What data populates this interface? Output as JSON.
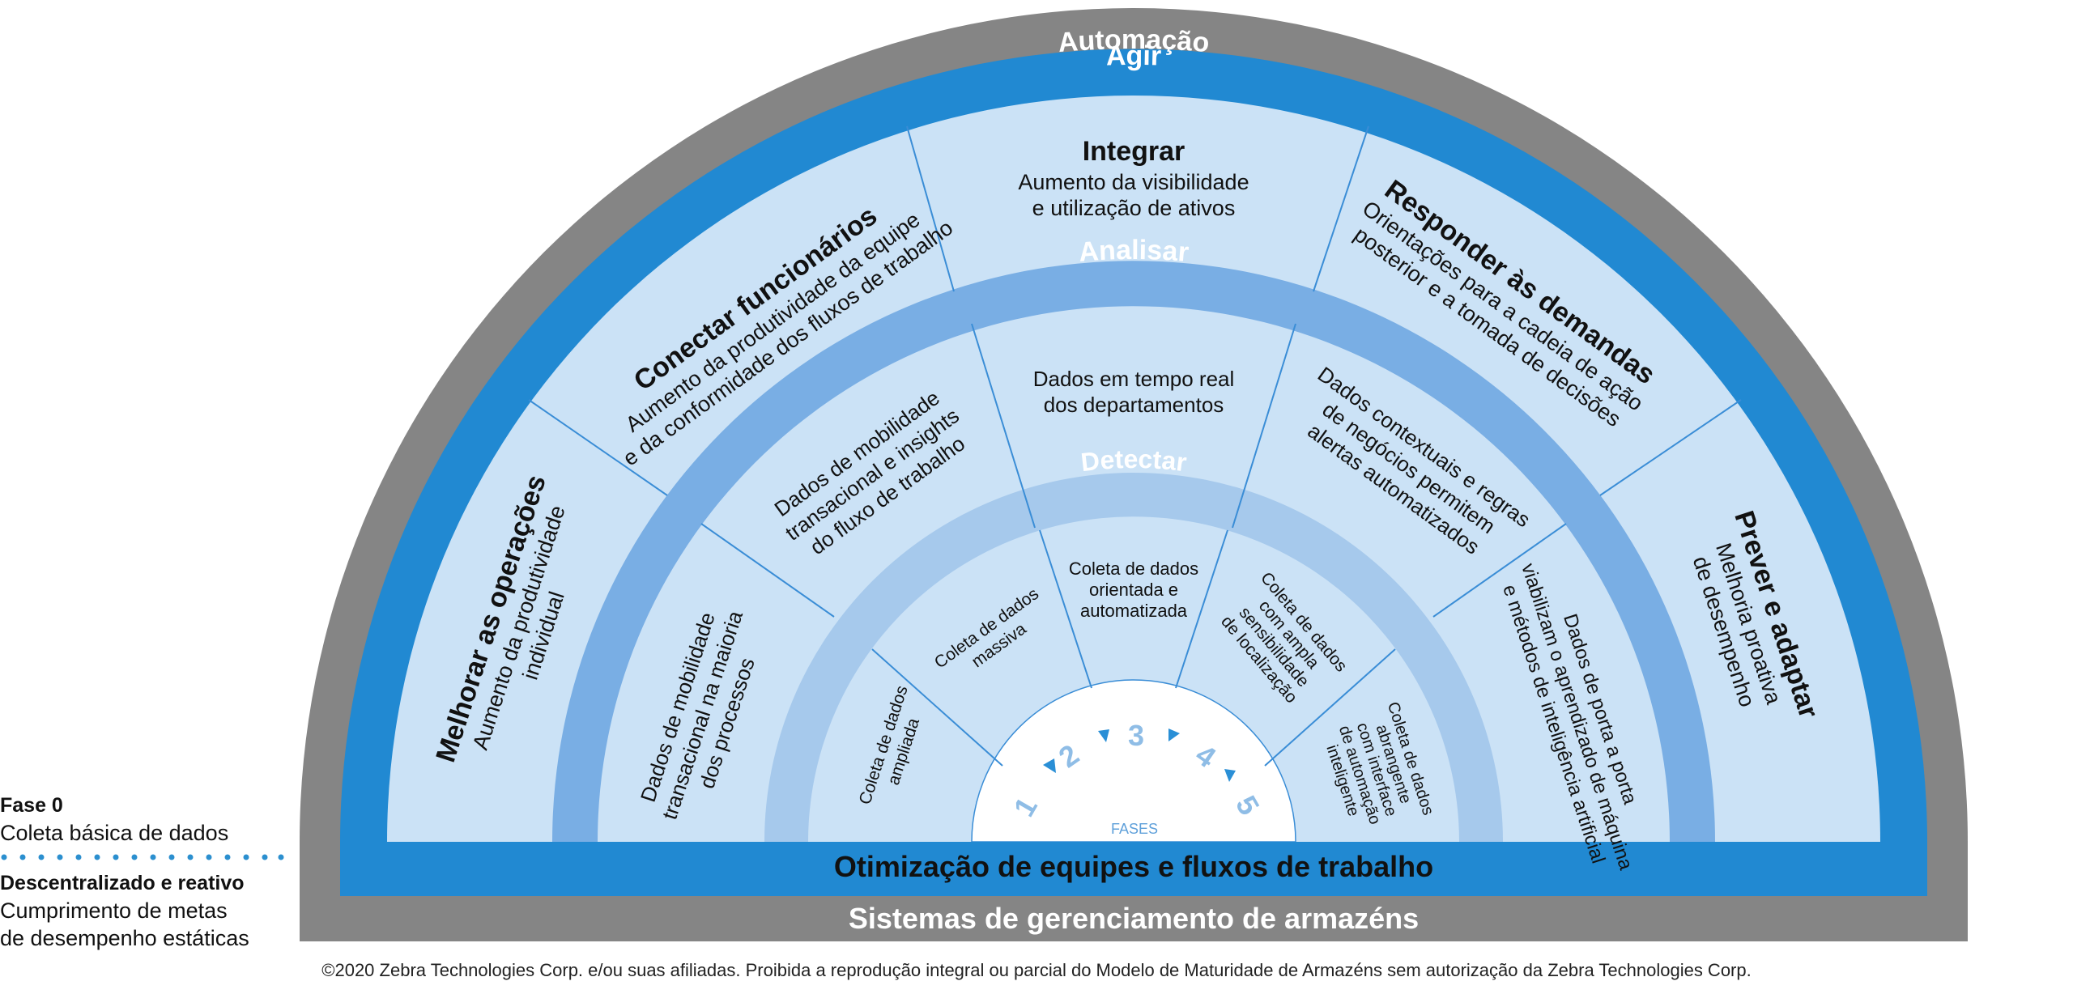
{
  "outer_ring": "Automação",
  "bottom_bar": "Sistemas de gerenciamento de armazéns",
  "blue_bar": "Otimização de equipes e fluxos de trabalho",
  "ring_labels": {
    "agir": "Agir",
    "analisar": "Analisar",
    "detectar": "Detectar"
  },
  "agir": {
    "s1": {
      "title": "Melhorar as operações",
      "lines": [
        "Aumento da produtividade",
        "individual"
      ]
    },
    "s2": {
      "title": "Conectar funcionários",
      "lines": [
        "Aumento da produtividade da equipe",
        "e da conformidade dos fluxos de trabalho"
      ]
    },
    "s3": {
      "title": "Integrar",
      "lines": [
        "Aumento da visibilidade",
        "e utilização de ativos"
      ]
    },
    "s4": {
      "title": "Responder às demandas",
      "lines": [
        "Orientações para a cadeia de ação",
        "posterior e a tomada de decisões"
      ]
    },
    "s5": {
      "title": "Prever e adaptar",
      "lines": [
        "Melhoria proativa",
        "de desempenho"
      ]
    }
  },
  "analisar": {
    "s1": [
      "Dados de mobilidade",
      "transacional na maioria",
      "dos processos"
    ],
    "s2": [
      "Dados de mobilidade",
      "transacional e insights",
      "do fluxo de trabalho"
    ],
    "s3": [
      "Dados em tempo real",
      "dos departamentos"
    ],
    "s4": [
      "Dados contextuais e regras",
      "de negócios permitem",
      "alertas automatizados"
    ],
    "s5": [
      "Dados de porta a porta",
      "viabilizam o aprendizado de máquina",
      "e métodos de inteligência artificial"
    ]
  },
  "detectar": {
    "s1": [
      "Coleta de dados",
      "ampliada"
    ],
    "s2": [
      "Coleta de dados",
      "massiva"
    ],
    "s3": [
      "Coleta de dados",
      "orientada e",
      "automatizada"
    ],
    "s4": [
      "Coleta de dados",
      "com ampla",
      "sensibilidade",
      "de localização"
    ],
    "s5": [
      "Coleta de dados",
      "abrangente",
      "com interface",
      "de automação",
      "inteligente"
    ]
  },
  "fases": {
    "label": "FASES",
    "numbers": [
      "1",
      "2",
      "3",
      "4",
      "5"
    ]
  },
  "fase0": {
    "title": "Fase 0",
    "subtitle": "Coleta básica de dados"
  },
  "descentralizado": {
    "title": "Descentralizado e reativo",
    "lines": [
      "Cumprimento de metas",
      "de desempenho estáticas"
    ]
  },
  "copyright": "©2020 Zebra Technologies Corp. e/ou suas afiliadas. Proibida a reprodução integral ou parcial do Modelo de Maturidade de Armazéns sem autorização da Zebra Technologies Corp.",
  "colors": {
    "gray": "#858585",
    "blue": "#2189d2",
    "light_blue": "#cbe2f6",
    "band_analisar": "#79aee4",
    "band_detectar": "#a6c9ec",
    "phase_arrow": "#2a8fd6",
    "phase_number": "#8fbde6",
    "dots": "#2b8fcf"
  }
}
